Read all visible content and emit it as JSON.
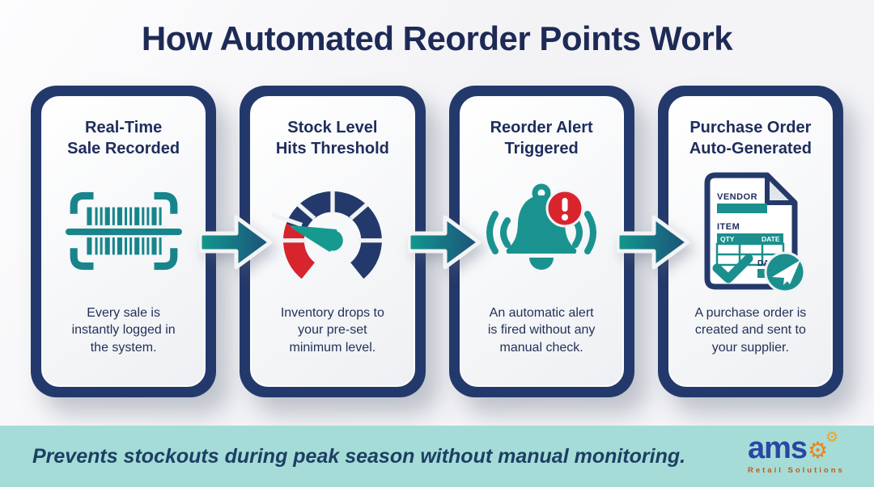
{
  "title": "How Automated Reorder Points Work",
  "steps": [
    {
      "heading": "Real-Time\nSale Recorded",
      "description": "Every sale is\ninstantly logged in\nthe system.",
      "icon": "barcode-scan"
    },
    {
      "heading": "Stock Level\nHits Threshold",
      "description": "Inventory drops to\nyour pre-set\nminimum level.",
      "icon": "gauge"
    },
    {
      "heading": "Reorder Alert\nTriggered",
      "description": "An automatic alert\nis fired without any\nmanual check.",
      "icon": "alert-bell"
    },
    {
      "heading": "Purchase Order\nAuto-Generated",
      "description": "A purchase order is\ncreated and sent to\nyour supplier.",
      "icon": "purchase-order"
    }
  ],
  "po_document": {
    "vendor_label": "VENDOR",
    "item_label": "ITEM",
    "qty_label": "QTY",
    "date_col_label": "DATE",
    "date_label": "DATE"
  },
  "footer": {
    "tagline": "Prevents stockouts during peak season without manual monitoring.",
    "brand_name": "ams",
    "brand_tagline": "Retail Solutions"
  },
  "colors": {
    "navy": "#24396b",
    "teal": "#17888d",
    "red": "#d8252d",
    "footer_bg": "#a5dcd7",
    "brand_blue": "#2a46a3",
    "brand_orange": "#e8851c"
  }
}
